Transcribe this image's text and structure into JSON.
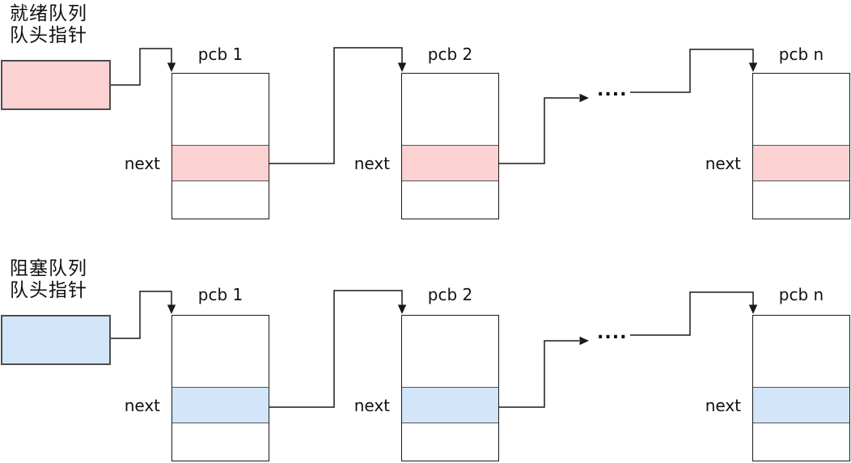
{
  "queues": [
    {
      "id": "ready-queue",
      "name_line1": "就绪队列",
      "name_line2": "队头指针",
      "accent_color": "#fcd1d1",
      "ellipsis": "....",
      "nodes": [
        {
          "title": "pcb 1",
          "field_label": "next"
        },
        {
          "title": "pcb 2",
          "field_label": "next"
        },
        {
          "title": "pcb n",
          "field_label": "next"
        }
      ]
    },
    {
      "id": "blocked-queue",
      "name_line1": "阻塞队列",
      "name_line2": "队头指针",
      "accent_color": "#d3e5f8",
      "ellipsis": "....",
      "nodes": [
        {
          "title": "pcb 1",
          "field_label": "next"
        },
        {
          "title": "pcb 2",
          "field_label": "next"
        },
        {
          "title": "pcb n",
          "field_label": "next"
        }
      ]
    }
  ],
  "colors": {
    "ready_fill": "#fcd1d1",
    "blocked_fill": "#d3e5f8",
    "box_border": "#1a1a1a",
    "pointer_box_border": "#4d4d4d",
    "connector_line": "#1a1a1a"
  }
}
